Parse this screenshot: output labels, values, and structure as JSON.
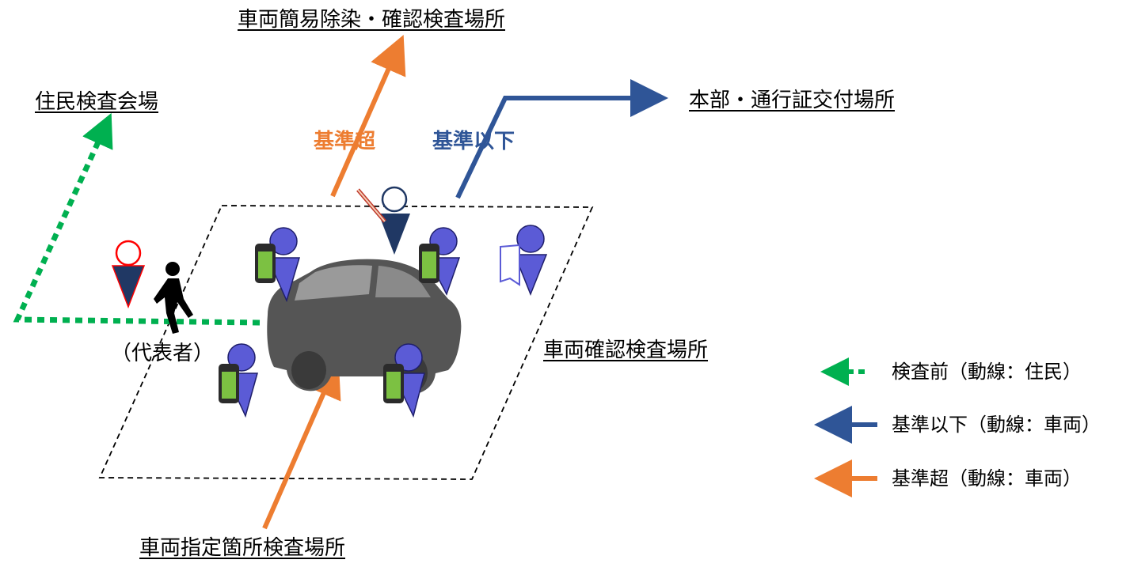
{
  "labels": {
    "decon_site": "車両簡易除染・確認検査場所",
    "resident_venue": "住民検査会場",
    "hq_pass_site": "本部・通行証交付場所",
    "vehicle_check_site": "車両確認検査場所",
    "designated_check_site": "車両指定箇所検査場所",
    "representative": "（代表者）"
  },
  "route_tags": {
    "over": "基準超",
    "below": "基準以下"
  },
  "legend": [
    {
      "text": "検査前（動線：住民）",
      "style": "dotted",
      "color": "#00b050"
    },
    {
      "text": "基準以下（動線：車両）",
      "style": "solid",
      "color": "#2f5597"
    },
    {
      "text": "基準超（動線：車両）",
      "style": "solid",
      "color": "#ed7d31"
    }
  ],
  "colors": {
    "green": "#00b050",
    "blue": "#2f5597",
    "orange": "#ed7d31",
    "person": "#5b5bd6",
    "dark": "#203864",
    "red": "#ff0000",
    "car": "#555555"
  },
  "icons": [
    "walking-person-icon",
    "survey-meter-icon",
    "car-icon",
    "staff-person-icon",
    "clipboard-icon",
    "pin-icon",
    "wand-icon"
  ]
}
